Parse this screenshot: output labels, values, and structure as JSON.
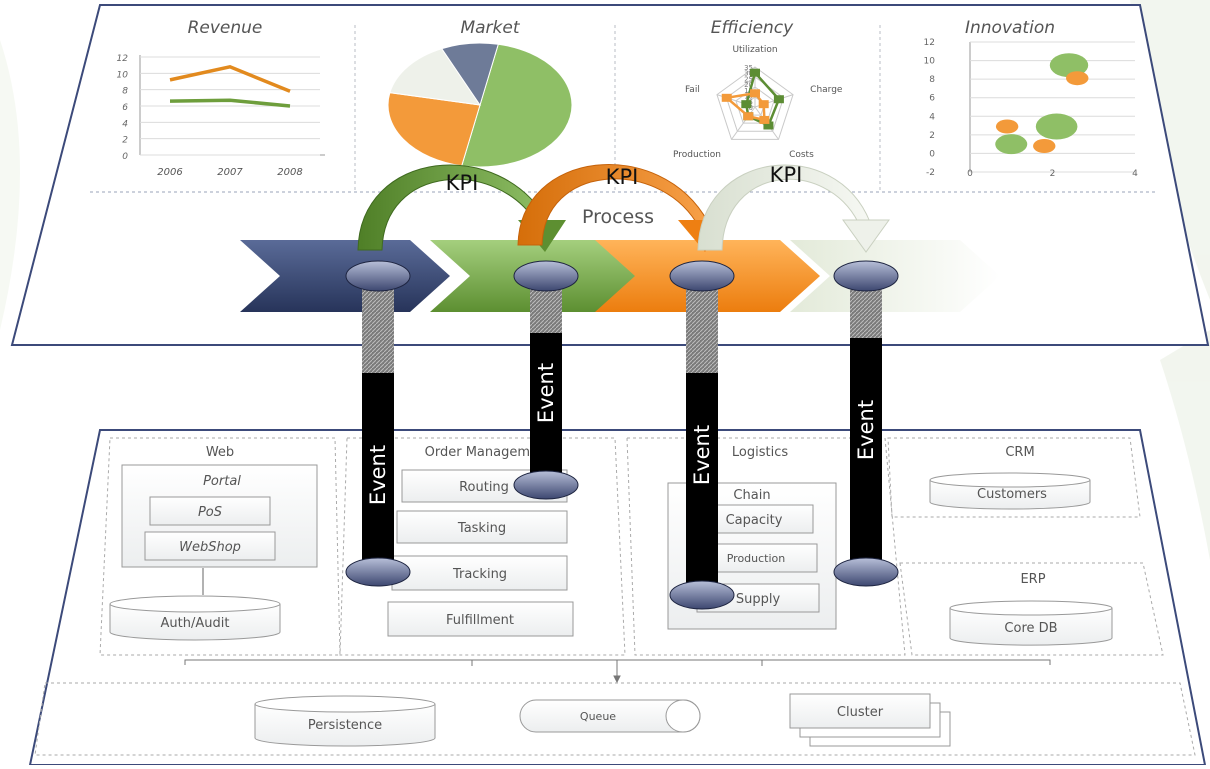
{
  "dashboard": {
    "panels": [
      {
        "title": "Revenue"
      },
      {
        "title": "Market"
      },
      {
        "title": "Efficiency"
      },
      {
        "title": "Innovation"
      }
    ],
    "process_label": "Process",
    "kpi_label": "KPI",
    "event_label": "Event"
  },
  "architecture": {
    "web": {
      "title": "Web",
      "portal": "Portal",
      "pos": "PoS",
      "webshop": "WebShop",
      "auth": "Auth/Audit"
    },
    "order": {
      "title": "Order Management",
      "items": [
        "Routing",
        "Tasking",
        "Tracking",
        "Fulfillment"
      ]
    },
    "logistics": {
      "title": "Logistics",
      "chain": "Chain",
      "items": [
        "Capacity",
        "Production",
        "Supply"
      ]
    },
    "crm": {
      "title": "CRM",
      "db": "Customers"
    },
    "erp": {
      "title": "ERP",
      "db": "Core DB"
    },
    "infra": {
      "persistence": "Persistence",
      "queue": "Queue",
      "cluster": "Cluster"
    }
  },
  "colors": {
    "navy": "#3a4a78",
    "green": "#6e9e3c",
    "orange": "#f39120",
    "pale": "#e9eee4"
  },
  "chart_data": [
    {
      "type": "line",
      "title": "Revenue",
      "categories": [
        "2006",
        "2007",
        "2008"
      ],
      "series": [
        {
          "values": [
            9.2,
            10.8,
            7.8
          ],
          "color": "#e28a1e"
        },
        {
          "values": [
            6.6,
            6.7,
            6.0
          ],
          "color": "#6e9e3c"
        }
      ],
      "yticks": [
        "12",
        "10",
        "8",
        "6",
        "4",
        "2",
        "0"
      ],
      "ylim": [
        0,
        12
      ]
    },
    {
      "type": "pie",
      "title": "Market",
      "slices": [
        {
          "value": 50,
          "color": "#8fbf66"
        },
        {
          "value": 25,
          "color": "#f39a3a"
        },
        {
          "value": 15,
          "color": "#eef1ea"
        },
        {
          "value": 10,
          "color": "#6e7b98"
        }
      ]
    },
    {
      "type": "radar",
      "title": "Efficiency",
      "axes": [
        "Utilization",
        "Charge",
        "Costs",
        "Production",
        "Fail"
      ],
      "rticks": [
        "35",
        "30",
        "25",
        "20",
        "15",
        "10",
        "5",
        "0"
      ],
      "rmax": 35,
      "series": [
        {
          "values": [
            30,
            22,
            20,
            10,
            8
          ],
          "color": "#5c8d34"
        },
        {
          "values": [
            12,
            8,
            14,
            10,
            26
          ],
          "color": "#f39a3a"
        }
      ]
    },
    {
      "type": "bubble",
      "title": "Innovation",
      "yticks": [
        "12",
        "10",
        "8",
        "6",
        "4",
        "2",
        "0",
        "-2"
      ],
      "xticks": [
        "0",
        "2",
        "4"
      ],
      "xlim": [
        0,
        4
      ],
      "ylim": [
        -2,
        12
      ],
      "points": [
        {
          "x": 2.4,
          "y": 9.5,
          "r": 12,
          "color": "#8fbf66"
        },
        {
          "x": 2.6,
          "y": 8.1,
          "r": 7,
          "color": "#f39a3a"
        },
        {
          "x": 2.1,
          "y": 2.9,
          "r": 13,
          "color": "#8fbf66"
        },
        {
          "x": 1.0,
          "y": 1.0,
          "r": 10,
          "color": "#8fbf66"
        },
        {
          "x": 0.9,
          "y": 2.9,
          "r": 7,
          "color": "#f39a3a"
        },
        {
          "x": 1.8,
          "y": 0.8,
          "r": 7,
          "color": "#f39a3a"
        }
      ]
    }
  ]
}
